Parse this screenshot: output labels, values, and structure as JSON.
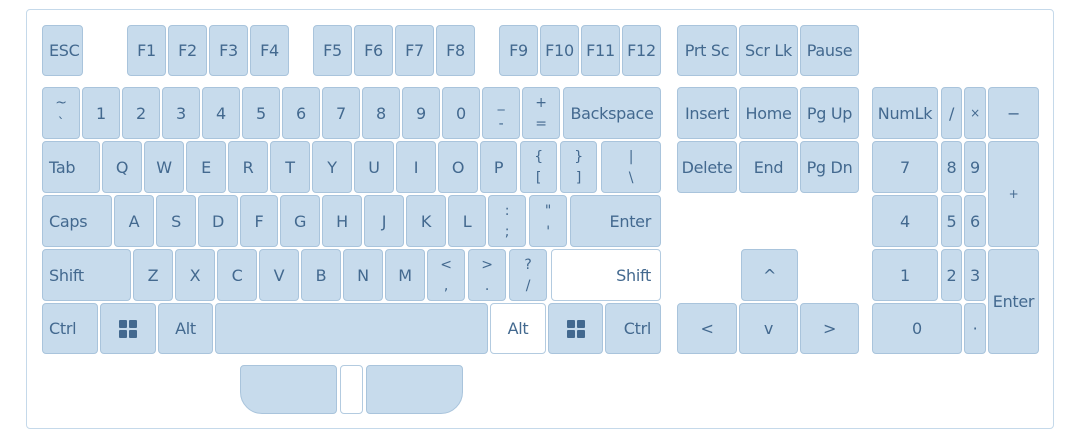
{
  "keyboard": {
    "function_row": {
      "esc": "ESC",
      "f1": "F1",
      "f2": "F2",
      "f3": "F3",
      "f4": "F4",
      "f5": "F5",
      "f6": "F6",
      "f7": "F7",
      "f8": "F8",
      "f9": "F9",
      "f10": "F10",
      "f11": "F11",
      "f12": "F12",
      "prtsc": "Prt Sc",
      "scrlk": "Scr Lk",
      "pause": "Pause"
    },
    "number_row": {
      "backtick_top": "~",
      "backtick_bottom": "`",
      "n1": "1",
      "n2": "2",
      "n3": "3",
      "n4": "4",
      "n5": "5",
      "n6": "6",
      "n7": "7",
      "n8": "8",
      "n9": "9",
      "n0": "0",
      "minus_top": "_",
      "minus_bottom": "-",
      "equals_top": "+",
      "equals_bottom": "=",
      "backspace": "Backspace"
    },
    "top_row": {
      "tab": "Tab",
      "q": "Q",
      "w": "W",
      "e": "E",
      "r": "R",
      "t": "T",
      "y": "Y",
      "u": "U",
      "i": "I",
      "o": "O",
      "p": "P",
      "lbracket_top": "{",
      "lbracket_bottom": "[",
      "rbracket_top": "}",
      "rbracket_bottom": "]",
      "backslash_top": "|",
      "backslash_bottom": "\\"
    },
    "home_row": {
      "caps": "Caps",
      "a": "A",
      "s": "S",
      "d": "D",
      "f": "F",
      "g": "G",
      "h": "H",
      "j": "J",
      "k": "K",
      "l": "L",
      "semicolon_top": ":",
      "semicolon_bottom": ";",
      "quote_top": "\"",
      "quote_bottom": "'",
      "enter": "Enter"
    },
    "bottom_row": {
      "lshift": "Shift",
      "z": "Z",
      "x": "X",
      "c": "C",
      "v": "V",
      "b": "B",
      "n": "N",
      "m": "M",
      "comma_top": "<",
      "comma_bottom": ",",
      "period_top": ">",
      "period_bottom": ".",
      "slash_top": "?",
      "slash_bottom": "/",
      "rshift": "Shift"
    },
    "space_row": {
      "lctrl": "Ctrl",
      "lalt": "Alt",
      "ralt": "Alt",
      "rctrl": "Ctrl"
    },
    "nav": {
      "insert": "Insert",
      "home": "Home",
      "pgup": "Pg Up",
      "delete": "Delete",
      "end": "End",
      "pgdn": "Pg Dn",
      "up": "^",
      "left": "<",
      "down": "v",
      "right": ">"
    },
    "numpad": {
      "numlk": "NumLk",
      "divide": "/",
      "multiply": "×",
      "subtract": "−",
      "n7": "7",
      "n8": "8",
      "n9": "9",
      "add": "+",
      "n4": "4",
      "n5": "5",
      "n6": "6",
      "n1": "1",
      "n2": "2",
      "n3": "3",
      "enter": "Enter",
      "n0": "0",
      "decimal": "·"
    },
    "icons": {
      "windows_key": "windows-logo-icon"
    },
    "colors": {
      "key_fill": "#c7dbec",
      "key_border": "#a9c4dc",
      "key_text": "#43698f",
      "highlight_key_fill": "#ffffff",
      "frame_border": "#c5d9ea"
    }
  }
}
